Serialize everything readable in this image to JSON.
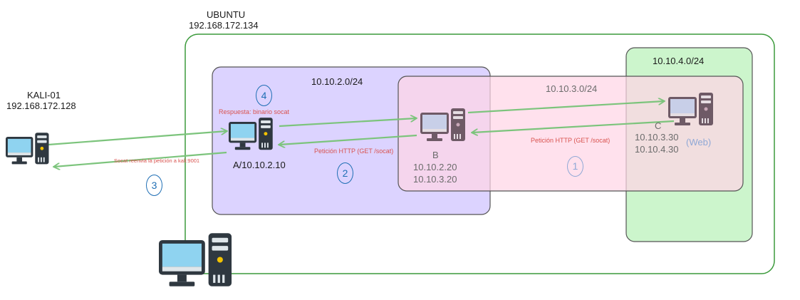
{
  "host": {
    "name": "UBUNTU",
    "ip": "192.168.172.134"
  },
  "kali": {
    "name": "KALI-01",
    "ip": "192.168.172.128"
  },
  "networks": {
    "net_a": "10.10.2.0/24",
    "net_b": "10.10.3.0/24",
    "net_c": "10.10.4.0/24"
  },
  "nodes": {
    "a": {
      "label": "A/10.10.2.10"
    },
    "b": {
      "label": "B",
      "ip1": "10.10.2.20",
      "ip2": "10.10.3.20"
    },
    "c": {
      "label": "C",
      "ip1": "10.10.3.30",
      "ip2": "10.10.4.30",
      "role": "(Web)"
    }
  },
  "messages": {
    "response": "Respuesta: binario socat",
    "request_ab": "Petición HTTP (GET /socat)",
    "request_bc": "Petición HTTP (GET /socat)",
    "relay": "Socat reenvia la petición a kali:9001"
  },
  "steps": [
    "1",
    "2",
    "3",
    "4"
  ],
  "colors": {
    "host_border": "#3b9a3b",
    "net_a_fill": "#dcd3ff",
    "net_b_fill": "#ffd6e6",
    "net_c_fill": "#ccf5cc",
    "arrow": "#7cc47c",
    "step_blue": "#1f6fb5",
    "label_red": "#d9534f"
  }
}
